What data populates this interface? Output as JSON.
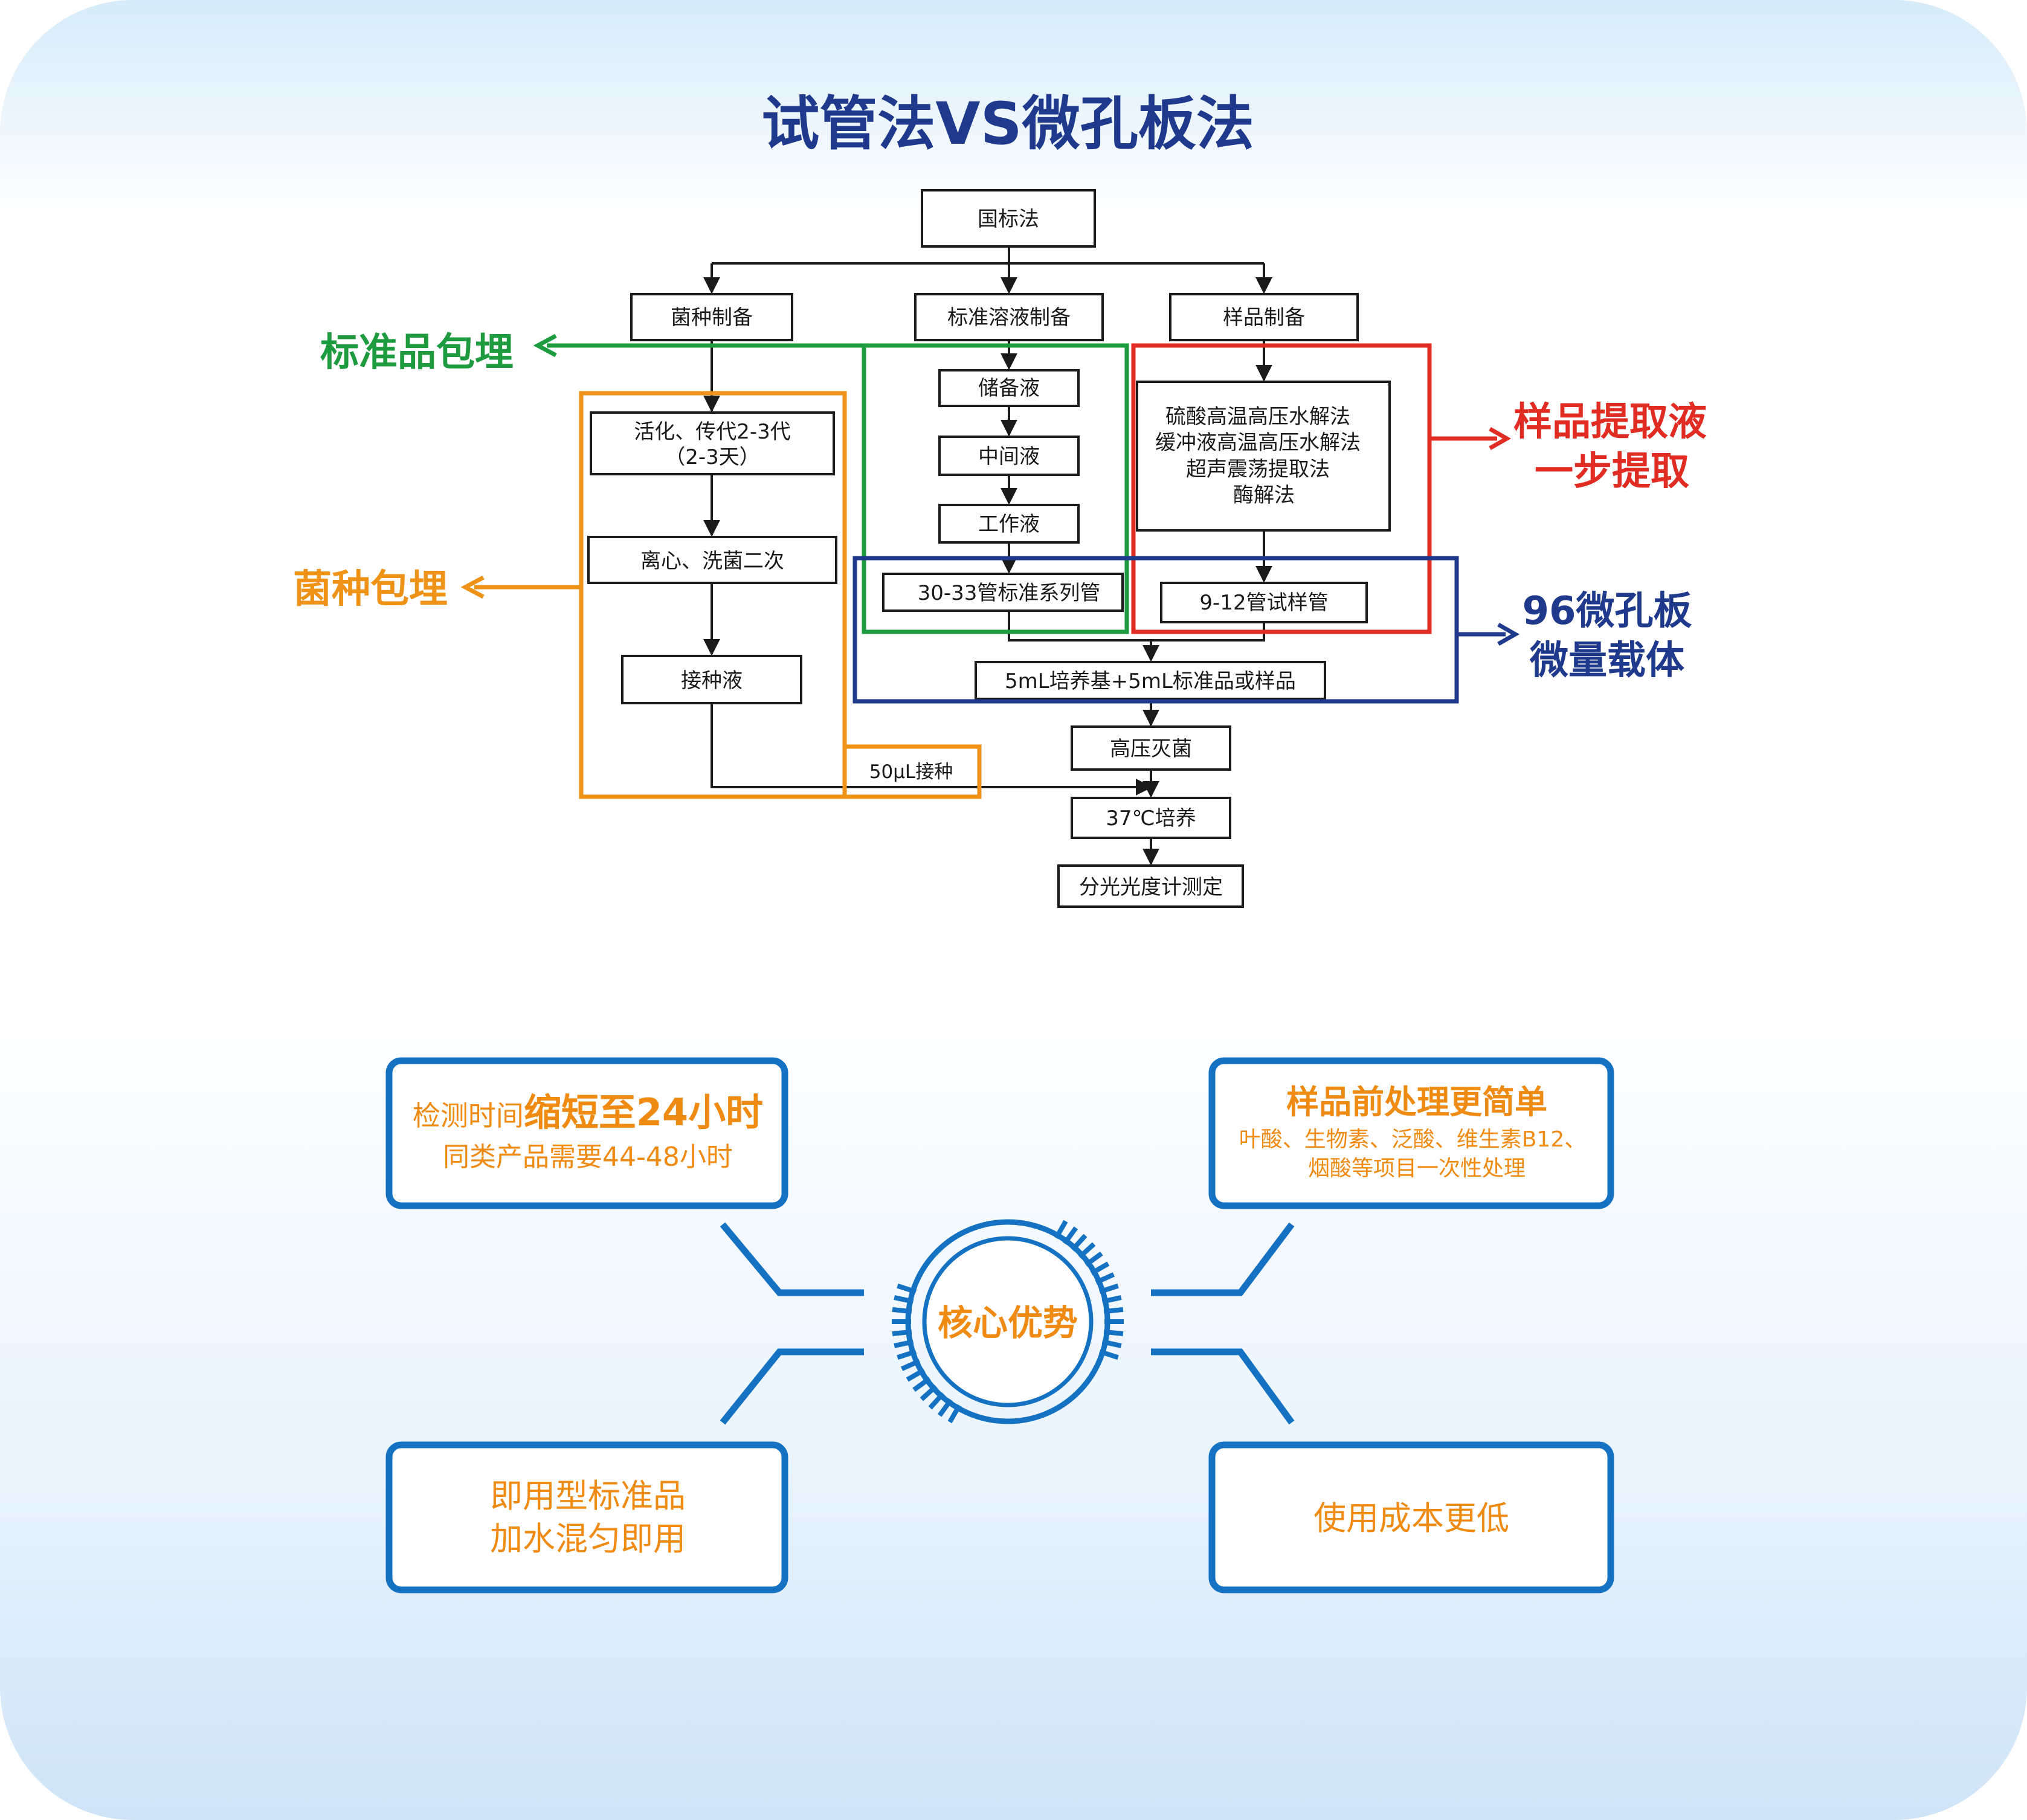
{
  "title": "试管法VS微孔板法",
  "colors": {
    "title": "#1f3a8c",
    "green": "#1e9b3f",
    "orange": "#ee9218",
    "red": "#e02c22",
    "blue": "#1f3a8c",
    "panel_blue": "#1572c3",
    "accent_orange": "#ef8a12",
    "bg_top": "#d8ecfa",
    "bg_bottom": "#d2e6f8"
  },
  "flow": {
    "root": "国标法",
    "bacteria": {
      "prep": "菌种制备",
      "activate_line1": "活化、传代2-3代",
      "activate_line2": "（2-3天）",
      "centrifuge": "离心、洗菌二次",
      "inoculum": "接种液",
      "inoculate": "50μL接种"
    },
    "standard": {
      "prep": "标准溶液制备",
      "stock": "储备液",
      "intermediate": "中间液",
      "working": "工作液",
      "series": "30-33管标准系列管"
    },
    "sample": {
      "prep": "样品制备",
      "methods": [
        "硫酸高温高压水解法",
        "缓冲液高温高压水解法",
        "超声震荡提取法",
        "酶解法"
      ],
      "tubes": "9-12管试样管"
    },
    "medium": "5mL培养基+5mL标准品或样品",
    "sterilize": "高压灭菌",
    "incubate": "37℃培养",
    "measure": "分光光度计测定"
  },
  "annotations": {
    "standard_embed": "标准品包埋",
    "strain_embed": "菌种包埋",
    "sample_extract_line1": "样品提取液",
    "sample_extract_line2": "一步提取",
    "microplate_line1": "96微孔板",
    "microplate_line2": "微量载体"
  },
  "advantages": {
    "center": "核心优势",
    "time": {
      "prefix": "检测时间",
      "highlight": "缩短至24小时",
      "sub": "同类产品需要44-48小时"
    },
    "pretreat": {
      "title": "样品前处理更简单",
      "sub_line1": "叶酸、生物素、泛酸、维生素B12、",
      "sub_line2": "烟酸等项目一次性处理"
    },
    "ready": {
      "line1": "即用型标准品",
      "line2": "加水混匀即用"
    },
    "cost": {
      "line1": "使用成本更低"
    }
  }
}
